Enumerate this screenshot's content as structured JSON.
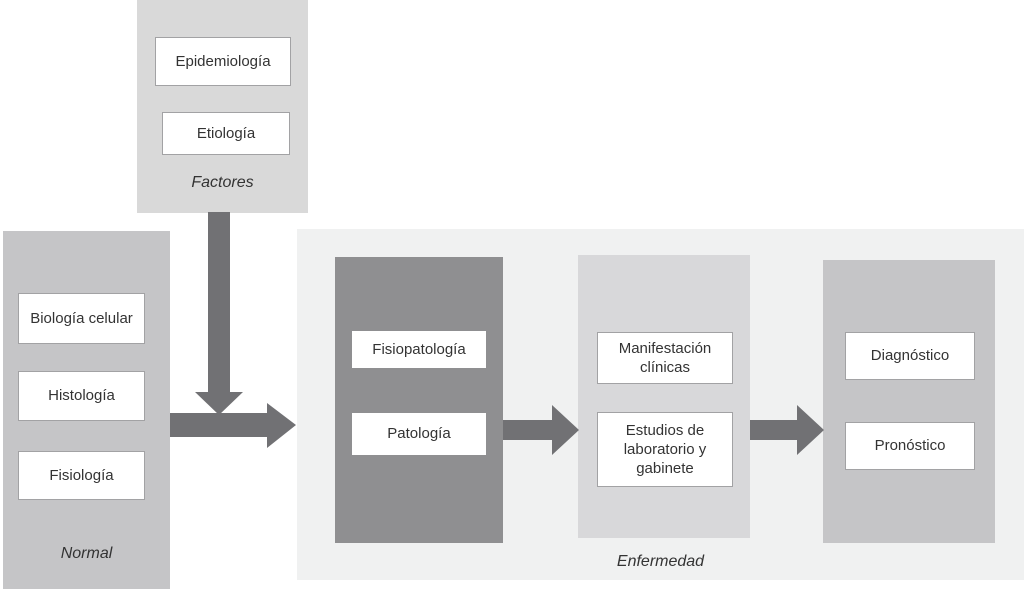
{
  "colors": {
    "panel_light": "#d9d9d9",
    "panel_medium": "#c5c5c7",
    "panel_dark": "#8f8f91",
    "mid_panel": "#d8d8da",
    "enfermedad_bg": "#f0f1f1",
    "arrow": "#717174",
    "box_bg": "#ffffff",
    "box_border": "#a2a2a4",
    "text": "#333333",
    "page_bg": "#ffffff"
  },
  "groups": {
    "factores": {
      "label": "Factores",
      "boxes": [
        "Epidemiología",
        "Etiología"
      ]
    },
    "normal": {
      "label": "Normal",
      "boxes": [
        "Biología celular",
        "Histología",
        "Fisiología"
      ]
    },
    "enfermedad": {
      "label": "Enfermedad",
      "panels": [
        {
          "boxes": [
            "Fisiopatología",
            "Patología"
          ]
        },
        {
          "boxes": [
            "Manifestación clínicas",
            "Estudios de laboratorio y gabinete"
          ]
        },
        {
          "boxes": [
            "Diagnóstico",
            "Pronóstico"
          ]
        }
      ]
    }
  }
}
